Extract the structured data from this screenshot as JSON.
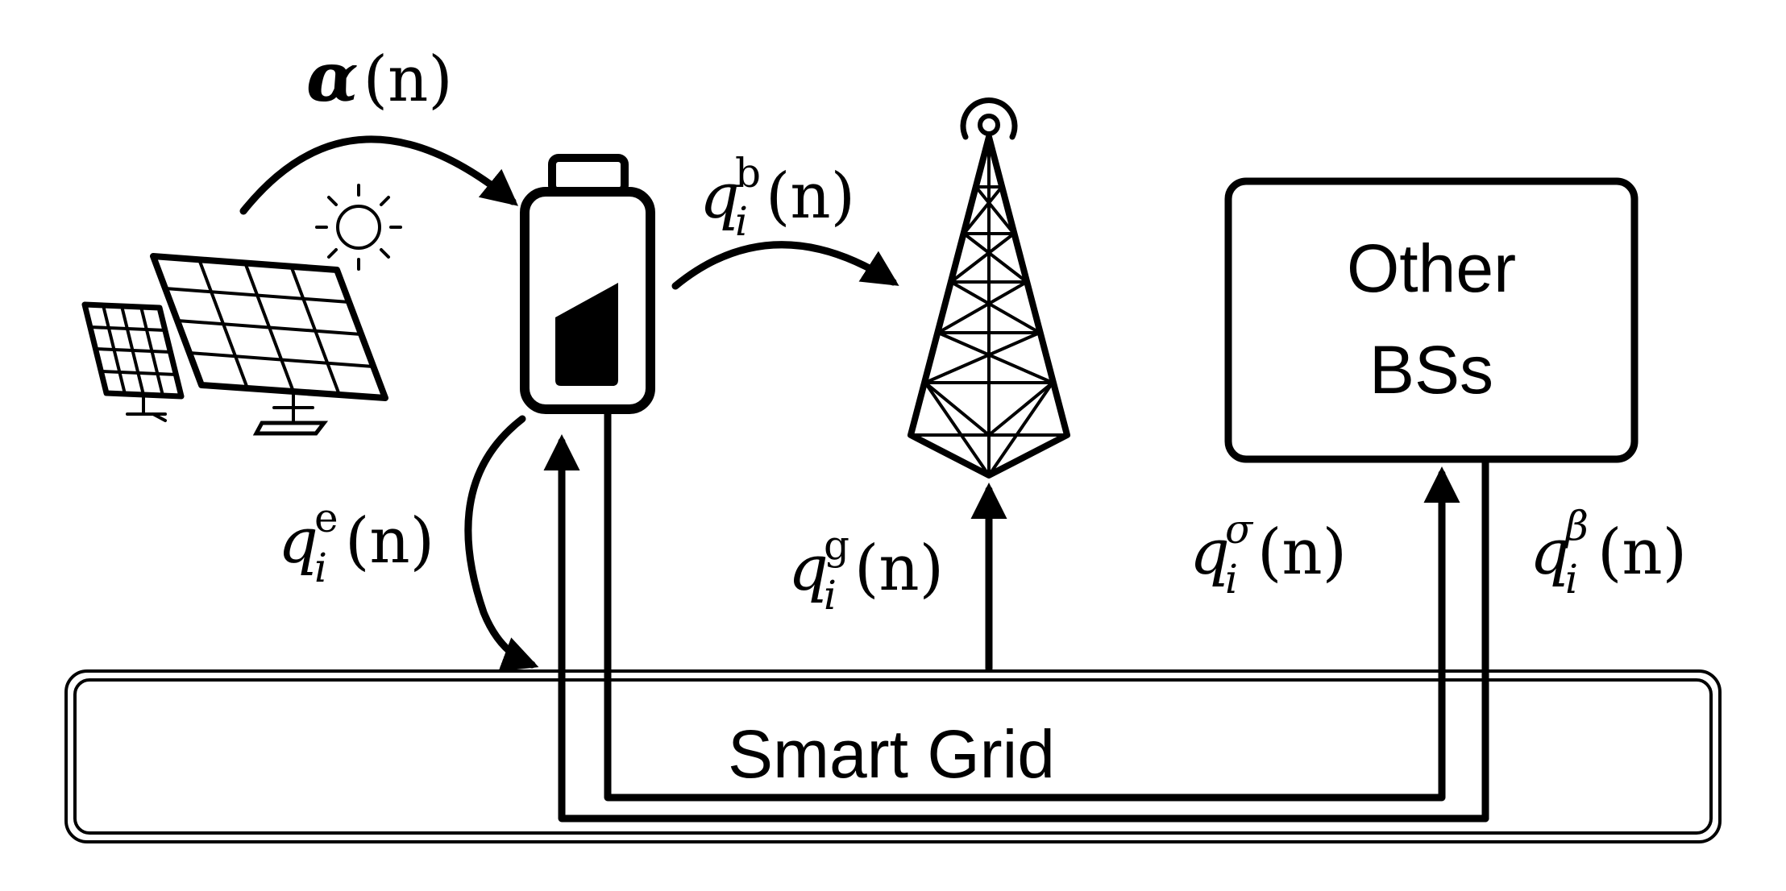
{
  "nodes": {
    "smart_grid": "Smart Grid",
    "other_bss_line1": "Other",
    "other_bss_line2": "BSs"
  },
  "flows": {
    "alpha": {
      "symbol": "α",
      "arg": "(n)"
    },
    "q_b": {
      "base": "q",
      "sub": "i",
      "sup": "b",
      "arg": "(n)"
    },
    "q_e": {
      "base": "q",
      "sub": "i",
      "sup": "e",
      "arg": "(n)"
    },
    "q_g": {
      "base": "q",
      "sub": "i",
      "sup": "g",
      "arg": "(n)"
    },
    "q_sigma": {
      "base": "q",
      "sub": "i",
      "sup": "σ",
      "arg": "(n)"
    },
    "q_beta": {
      "base": "q",
      "sub": "i",
      "sup": "β",
      "arg": "(n)"
    }
  },
  "icons": [
    "solar-panel-icon",
    "sun-icon",
    "battery-icon",
    "cell-tower-icon"
  ]
}
